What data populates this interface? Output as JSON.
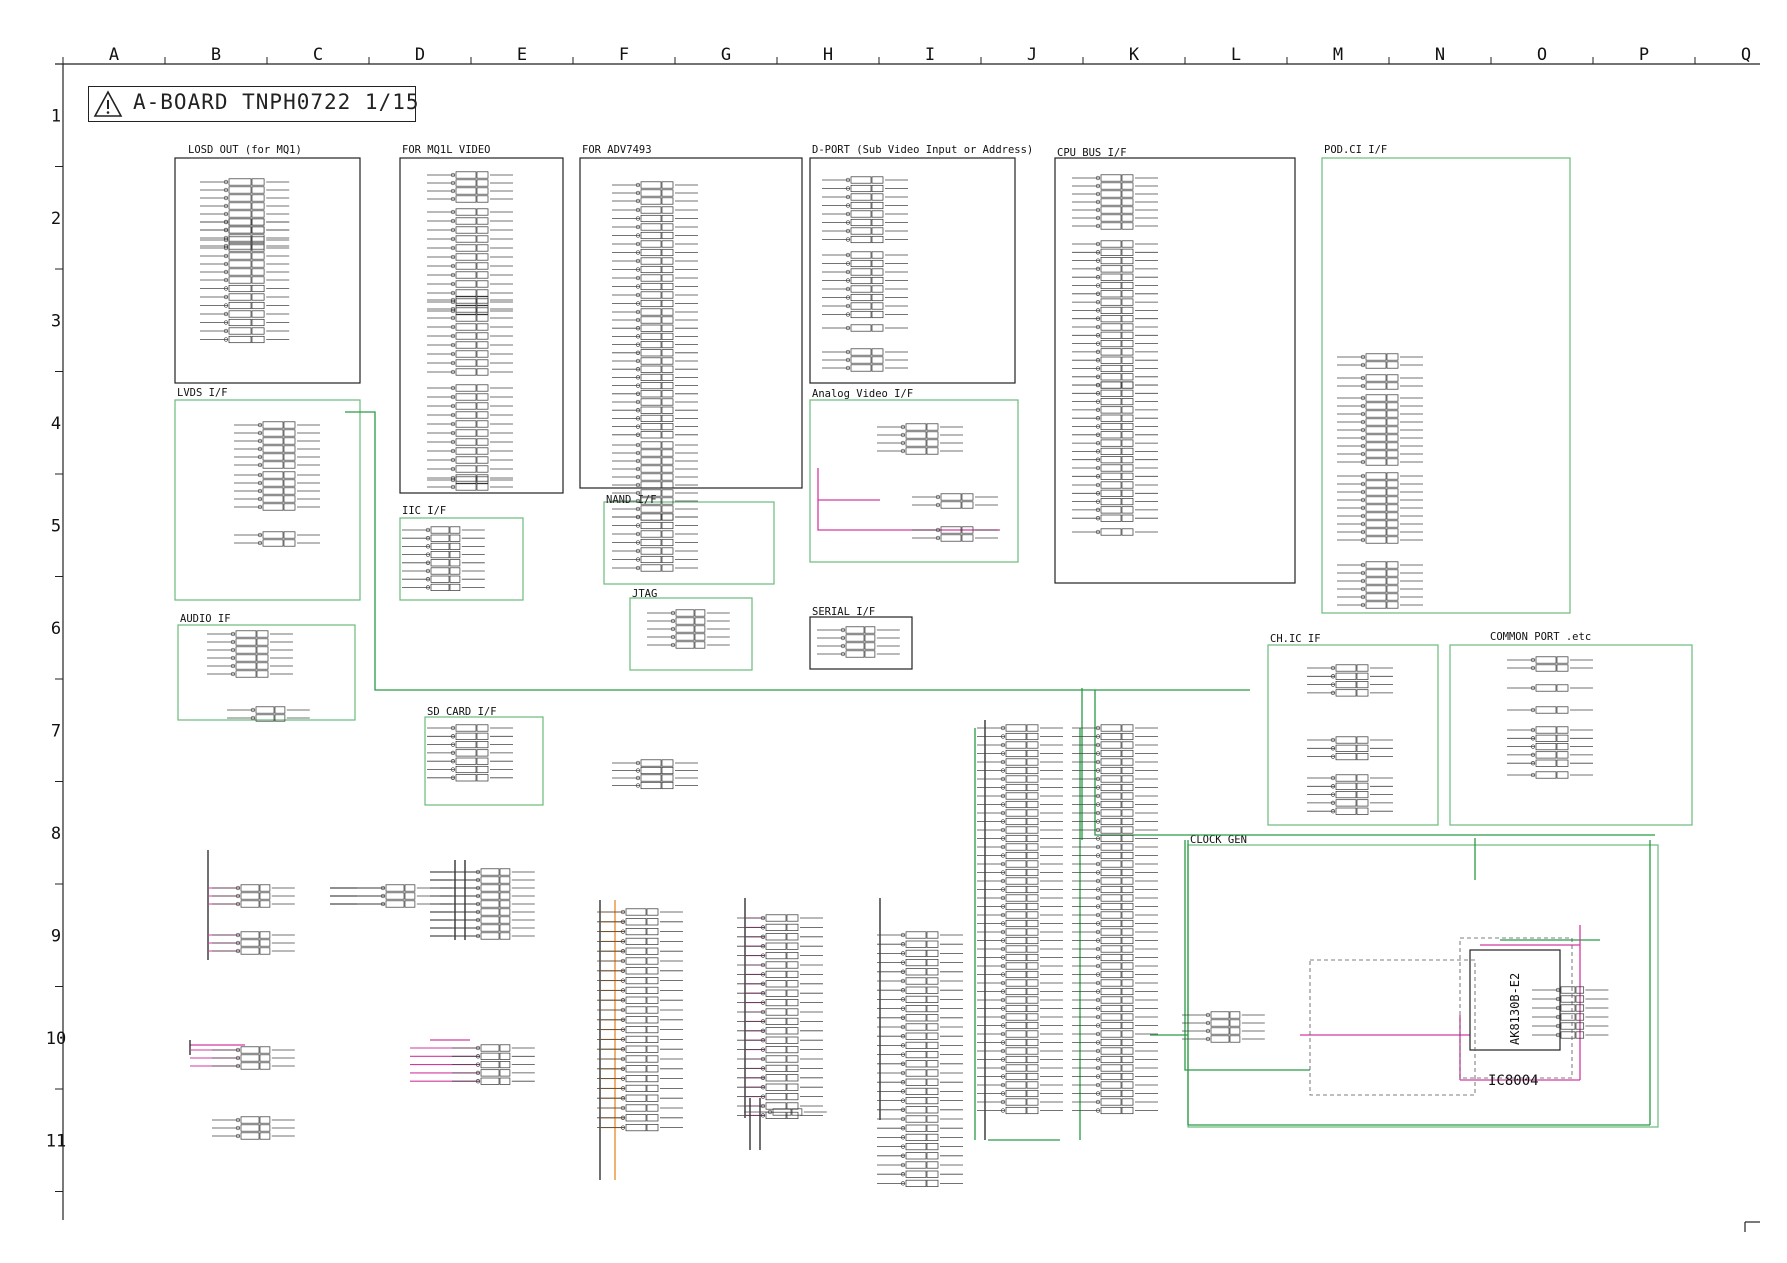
{
  "sheet": {
    "columns": [
      "A",
      "B",
      "C",
      "D",
      "E",
      "F",
      "G",
      "H",
      "I",
      "J",
      "K",
      "L",
      "M",
      "N",
      "O",
      "P",
      "Q"
    ],
    "rows": [
      "1",
      "2",
      "3",
      "4",
      "5",
      "6",
      "7",
      "8",
      "9",
      "10",
      "11"
    ],
    "title": "A-BOARD TNPH0722 1/15"
  },
  "blocks": [
    {
      "id": "lvds-out",
      "label": "LOSD OUT (for MQ1)"
    },
    {
      "id": "mq1l-video",
      "label": "FOR MQ1L VIDEO"
    },
    {
      "id": "adv7493",
      "label": "FOR ADV7493"
    },
    {
      "id": "dport",
      "label": "D-PORT (Sub Video Input or Address)"
    },
    {
      "id": "cpu-bus",
      "label": "CPU BUS I/F"
    },
    {
      "id": "pod-ci",
      "label": "POD.CI I/F"
    },
    {
      "id": "lvds-if",
      "label": "LVDS I/F"
    },
    {
      "id": "analog-video",
      "label": "Analog Video I/F"
    },
    {
      "id": "iic",
      "label": "IIC I/F"
    },
    {
      "id": "nand",
      "label": "NAND I/F"
    },
    {
      "id": "jtag",
      "label": "JTAG"
    },
    {
      "id": "serial",
      "label": "SERIAL I/F"
    },
    {
      "id": "audio",
      "label": "AUDIO IF"
    },
    {
      "id": "ch-ic",
      "label": "CH.IC IF"
    },
    {
      "id": "common-port",
      "label": "COMMON PORT .etc"
    },
    {
      "id": "sd-card",
      "label": "SD CARD I/F"
    },
    {
      "id": "clock-gen",
      "label": "CLOCK GEN"
    }
  ],
  "ic": {
    "ref": "IC8004",
    "part": "AK8130B-E2"
  }
}
